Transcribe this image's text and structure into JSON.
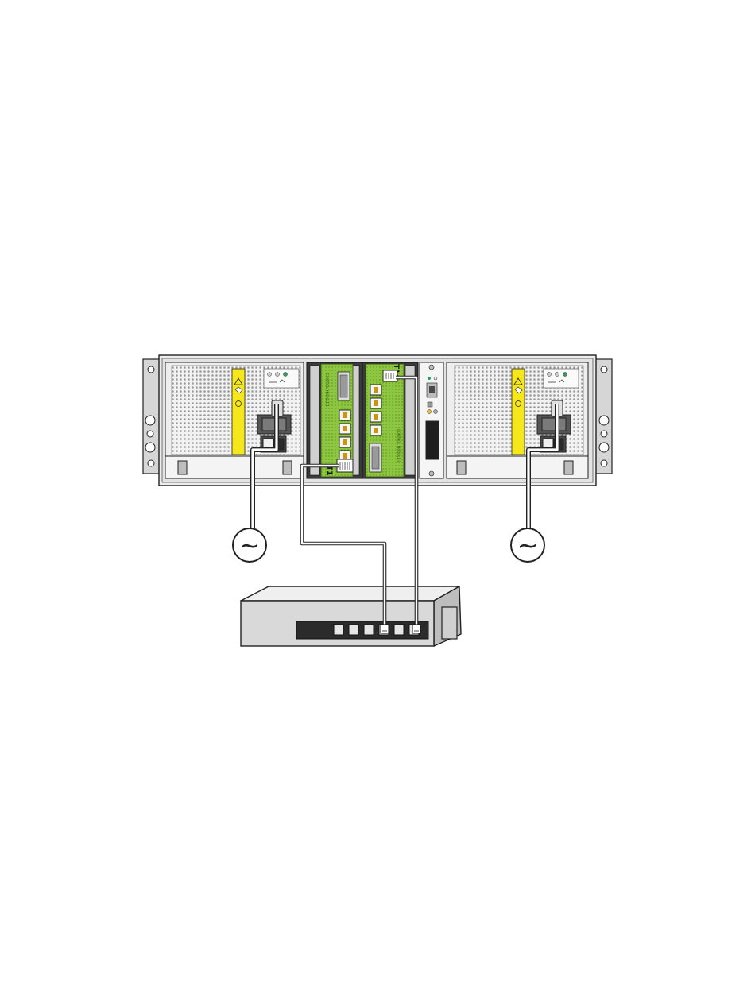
{
  "diagram": {
    "modules": [
      {
        "label": "T1",
        "small_text": "CONTROL MODULE 1"
      },
      {
        "label": "T14",
        "small_text": "CONTROL MODULE 0"
      }
    ],
    "ac_symbol": "~",
    "switch_port_count": 6
  },
  "colors": {
    "chassis": "#e6e6e6",
    "control_module": "#8dc63f",
    "warning_label": "#f6e71c",
    "cable": "#ffffff",
    "switch_body": "#d9d9d9",
    "switch_panel": "#2b2b2b"
  }
}
